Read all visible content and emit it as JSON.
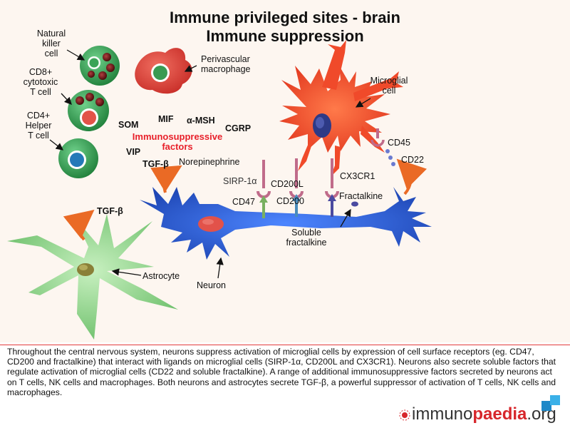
{
  "title_line1": "Immune privileged sites - brain",
  "title_line2": "Immune suppression",
  "labels": {
    "nk_cell": [
      "Natural",
      "killer",
      "cell"
    ],
    "cd8": [
      "CD8+",
      "cytotoxic",
      "T cell"
    ],
    "cd4": [
      "CD4+",
      "Helper",
      "T cell"
    ],
    "perivascular": [
      "Perivascular",
      "macrophage"
    ],
    "microglial": [
      "Microglial",
      "cell"
    ],
    "som": "SOM",
    "mif": "MIF",
    "amsh": "α-MSH",
    "cgrp": "CGRP",
    "immuno": [
      "Immunosuppressive",
      "factors"
    ],
    "vip": "VIP",
    "tgfb": "TGF-β",
    "norepinephrine": "Norepinephrine",
    "cd45": "CD45",
    "cd22": "CD22",
    "sirp": "SIRP-1α",
    "cd200l": "CD200L",
    "cx3cr1": "CX3CR1",
    "cd47": "CD47",
    "cd200": "CD200",
    "fractalkine": "Fractalkine",
    "soluble": [
      "Soluble",
      "fractalkine"
    ],
    "tgfb2": "TGF-β",
    "astrocyte": "Astrocyte",
    "neuron": "Neuron"
  },
  "caption": "Throughout the central nervous system, neurons suppress activation of microglial cells by expression of cell surface receptors (eg. CD47, CD200 and fractalkine) that interact with ligands on microglial cells (SIRP-1α, CD200L and CX3CR1). Neurons also secrete soluble factors that regulate activation of microglial cells (CD22 and soluble fractalkine). A range of additional immunosuppressive factors secreted by neurons act on T cells, NK cells and macrophages. Both neurons and astrocytes secrete TGF-β, a powerful suppressor of activation of T cells, NK cells and macrophages.",
  "logo": {
    "part1": "immuno",
    "part2": "paedia",
    "part3": ".org"
  },
  "colors": {
    "background": "#fdf6f0",
    "microglia": "#f04a2a",
    "neuron": "#2a5bc8",
    "astrocyte": "#7dc87a",
    "macrophage": "#d83a33",
    "immune_cell": "#2f9a4e",
    "arrow_orange": "#ea6a25",
    "red_text": "#e8202a",
    "logo_red": "#d7262b"
  }
}
